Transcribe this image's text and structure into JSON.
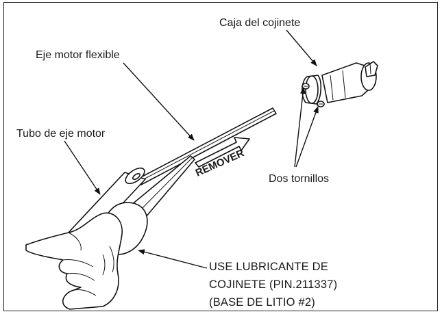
{
  "labels": {
    "bearing_case": "Caja del cojinete",
    "flex_shaft": "Eje motor flexible",
    "shaft_tube": "Tubo de eje motor",
    "remove": "REMOVER",
    "two_screws": "Dos tornillos",
    "note_line1": "USE LUBRICANTE DE",
    "note_line2": "COJINETE (PIN.211337)",
    "note_line3": "(BASE DE LITIO #2)"
  }
}
